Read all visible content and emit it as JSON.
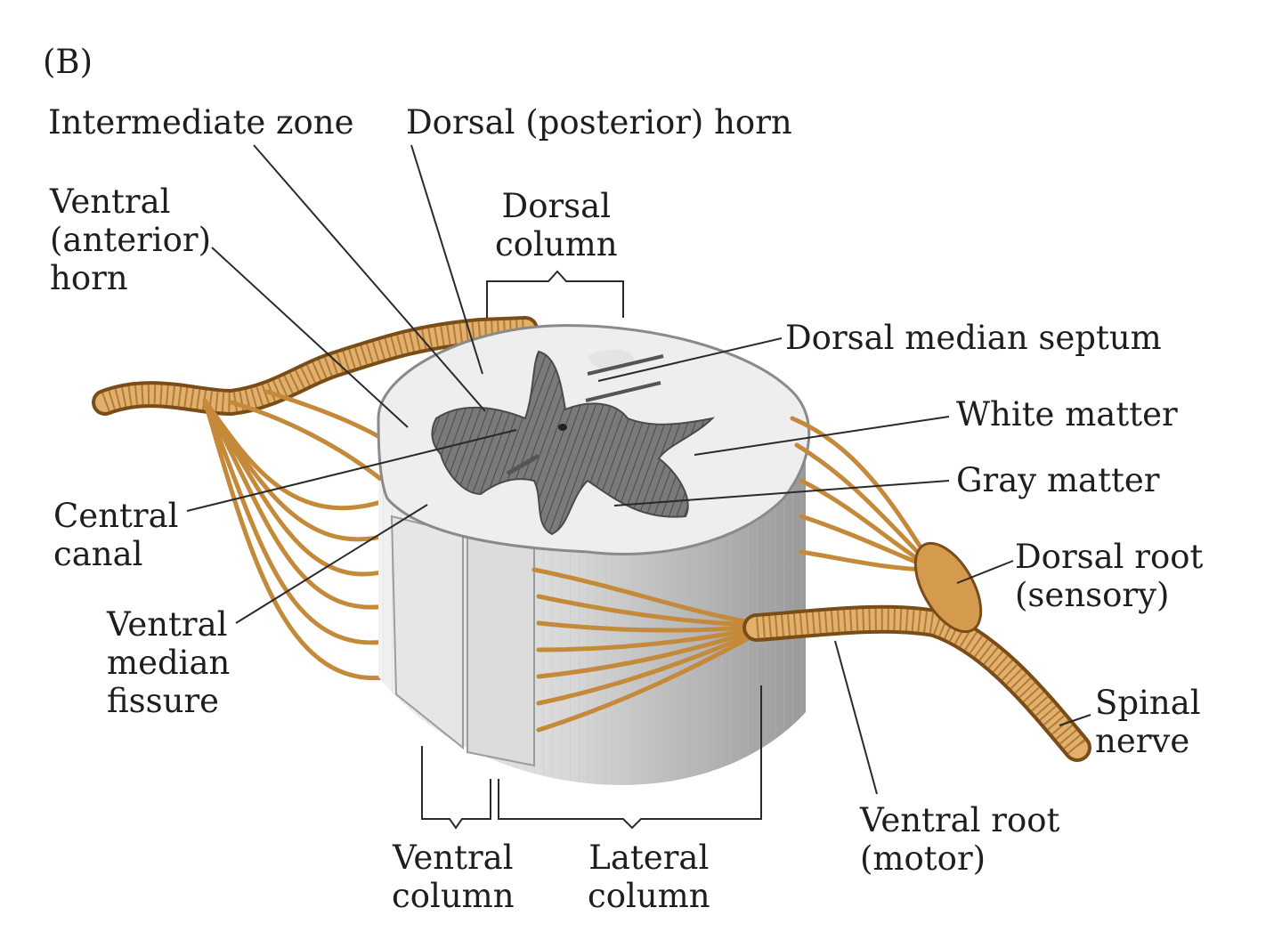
{
  "panel_label": "(B)",
  "labels": {
    "intermediate_zone": "Intermediate zone",
    "dorsal_horn": "Dorsal (posterior) horn",
    "ventral_horn": [
      "Ventral",
      "(anterior)",
      "horn"
    ],
    "dorsal_column": [
      "Dorsal",
      "column"
    ],
    "dorsal_median_septum": "Dorsal median septum",
    "white_matter": "White matter",
    "gray_matter": "Gray matter",
    "central_canal": [
      "Central",
      "canal"
    ],
    "dorsal_root": [
      "Dorsal root",
      "(sensory)"
    ],
    "ventral_median_fissure": [
      "Ventral",
      "median",
      "fissure"
    ],
    "spinal_nerve": [
      "Spinal",
      "nerve"
    ],
    "ventral_root": [
      "Ventral root",
      "(motor)"
    ],
    "ventral_column": [
      "Ventral",
      "column"
    ],
    "lateral_column": [
      "Lateral",
      "column"
    ]
  },
  "colors": {
    "nerve": "#d9a45a",
    "nerve_dark": "#8c5a1e",
    "white_matter": "#ededed",
    "cord_side": "#d2d2d2",
    "gray_matter": "#6f6f6f",
    "leader": "#2a2a2a"
  }
}
